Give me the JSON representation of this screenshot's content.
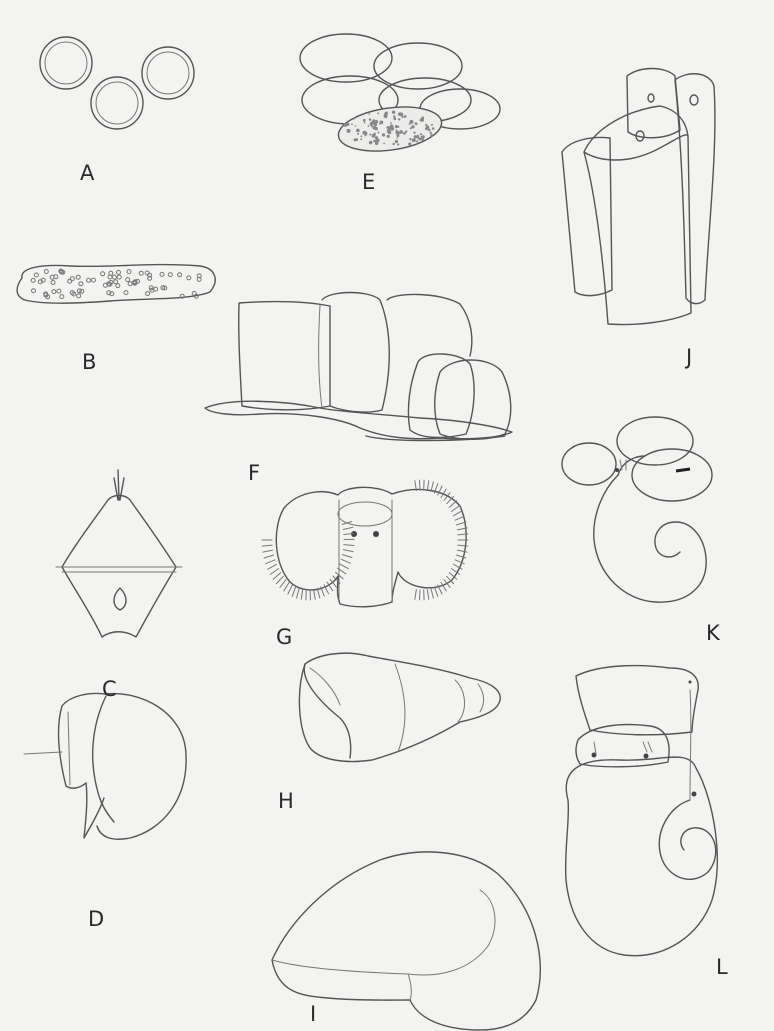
{
  "figure_labels": {
    "A": "A",
    "B": "B",
    "C": "C",
    "D": "D",
    "E": "E",
    "F": "F",
    "G": "G",
    "H": "H",
    "I": "I",
    "J": "J",
    "K": "K",
    "L": "L"
  },
  "colors": {
    "background": "#f3f3f1",
    "ink": "#555555"
  }
}
